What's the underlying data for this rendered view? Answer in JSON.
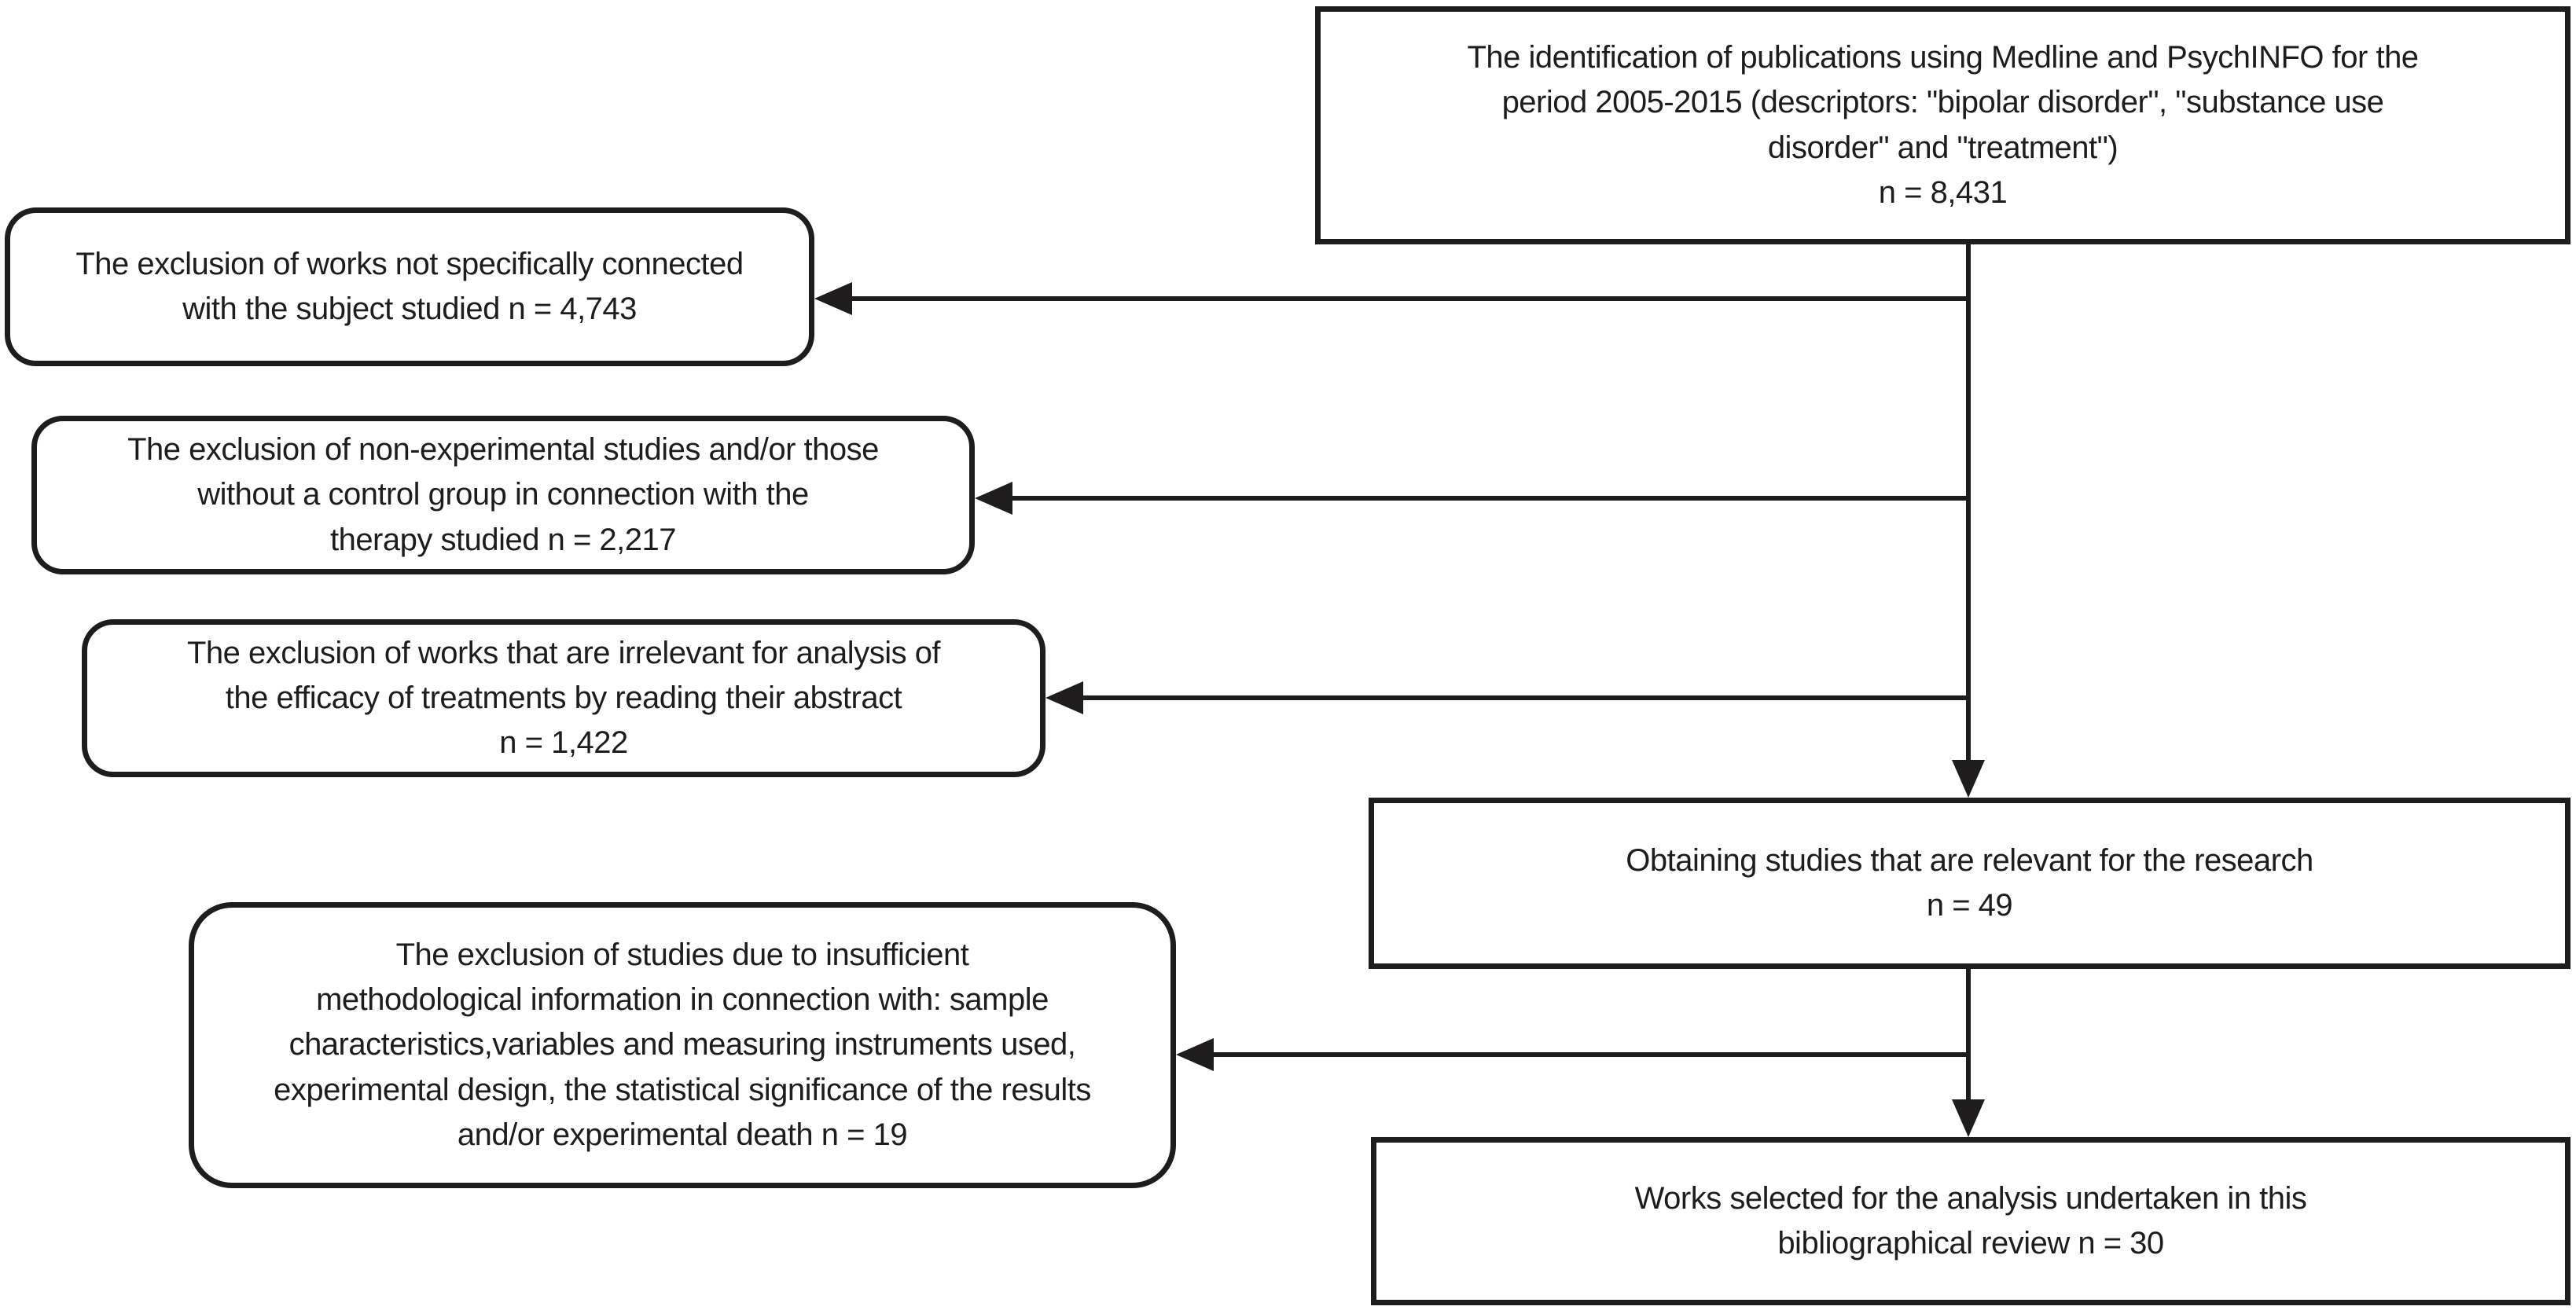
{
  "colors": {
    "ink": "#1f1c1d",
    "background": "#ffffff"
  },
  "flowchart": {
    "identification": {
      "lines": [
        "The identification of publications using Medline and PsychINFO for the",
        "period 2005-2015 (descriptors: \"bipolar disorder\", \"substance use",
        "disorder\" and \"treatment\")",
        "n = 8,431"
      ]
    },
    "exclusion_not_connected": {
      "lines": [
        "The exclusion of works not specifically connected",
        "with the subject studied n = 4,743"
      ]
    },
    "exclusion_non_experimental": {
      "lines": [
        "The exclusion of non-experimental studies and/or those",
        "without a control group in connection with the",
        "therapy studied n = 2,217"
      ]
    },
    "exclusion_irrelevant": {
      "lines": [
        "The exclusion of works that are irrelevant for analysis of",
        "the efficacy of treatments by reading their abstract",
        "n = 1,422"
      ]
    },
    "exclusion_insufficient": {
      "lines": [
        "The exclusion of studies due to insufficient",
        "methodological information in connection with: sample",
        "characteristics,variables and measuring instruments used,",
        "experimental design, the statistical significance of the results",
        "and/or experimental death n = 19"
      ]
    },
    "obtaining": {
      "lines": [
        "Obtaining studies that are relevant for the research",
        "n = 49"
      ]
    },
    "selected": {
      "lines": [
        "Works selected for the analysis undertaken in this",
        "bibliographical review n = 30"
      ]
    },
    "edges": [
      {
        "from": "identification",
        "to": "obtaining",
        "type": "vertical-arrow"
      },
      {
        "from": "identification-trunk",
        "to": "exclusion_not_connected",
        "type": "horizontal-arrow"
      },
      {
        "from": "identification-trunk",
        "to": "exclusion_non_experimental",
        "type": "horizontal-arrow"
      },
      {
        "from": "identification-trunk",
        "to": "exclusion_irrelevant",
        "type": "horizontal-arrow"
      },
      {
        "from": "obtaining",
        "to": "selected",
        "type": "vertical-arrow"
      },
      {
        "from": "obtaining-trunk",
        "to": "exclusion_insufficient",
        "type": "horizontal-arrow"
      }
    ]
  }
}
